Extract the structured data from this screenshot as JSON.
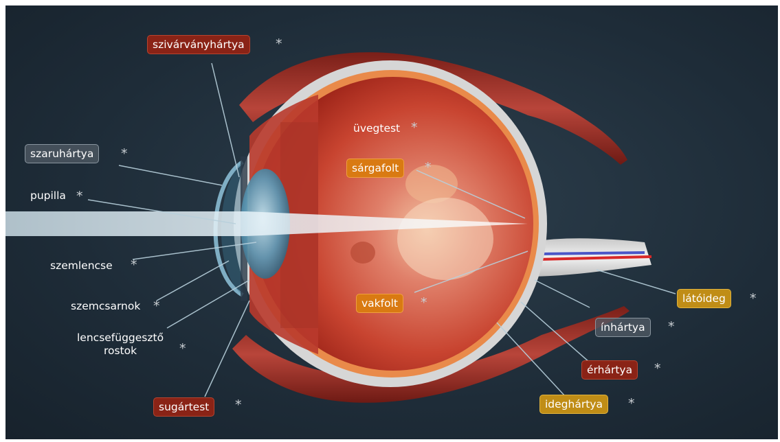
{
  "labels": {
    "szivarvanyhartya": "szivárványhártya",
    "szaruhartya": "szaruhártya",
    "pupilla": "pupilla",
    "szemlencse": "szemlencse",
    "szemcsarnok": "szemcsarnok",
    "lencsefuggeszto_line1": "lencsefüggesztő",
    "lencsefuggeszto_line2": "rostok",
    "sugartest": "sugártest",
    "uvegtest": "üvegtest",
    "sargafolt": "sárgafolt",
    "vakfolt": "vakfolt",
    "latoideg": "látóideg",
    "inhartya": "ínhártya",
    "erhartya": "érhártya",
    "ideghartya": "ideghártya"
  },
  "star_symbol": "*",
  "colors": {
    "background": "#1e2c38",
    "label_red": "#8a2316",
    "label_orange": "#d97a12",
    "label_gold": "#c08d16",
    "label_gray": "#505a64",
    "eye_interior": "#c8432c",
    "sclera": "#d9d9d9",
    "light_beam": "#d6e4ec"
  }
}
